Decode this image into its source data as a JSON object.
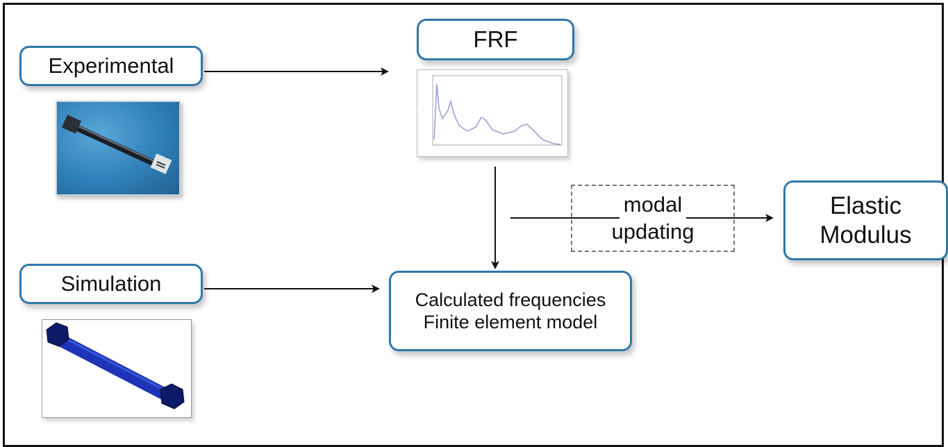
{
  "diagram": {
    "nodes": {
      "experimental": "Experimental",
      "frf": "FRF",
      "simulation": "Simulation",
      "calculated_line1": "Calculated frequencies",
      "calculated_line2": "Finite element model",
      "modal_line1": "modal",
      "modal_line2": "updating",
      "elastic_line1": "Elastic",
      "elastic_line2": "Modulus"
    },
    "colors": {
      "box_border": "#2f78a8",
      "plot_curve": "#9aa3d8",
      "beam_sim": "#1d33b8",
      "photo_bg": "#2f7fb8"
    },
    "edges": [
      {
        "from": "Experimental",
        "to": "FRF"
      },
      {
        "from": "FRF",
        "to": "Calculated frequencies / Finite element model"
      },
      {
        "from": "Simulation",
        "to": "Calculated frequencies / Finite element model"
      },
      {
        "from": "modal updating",
        "to": "Elastic Modulus"
      }
    ]
  }
}
